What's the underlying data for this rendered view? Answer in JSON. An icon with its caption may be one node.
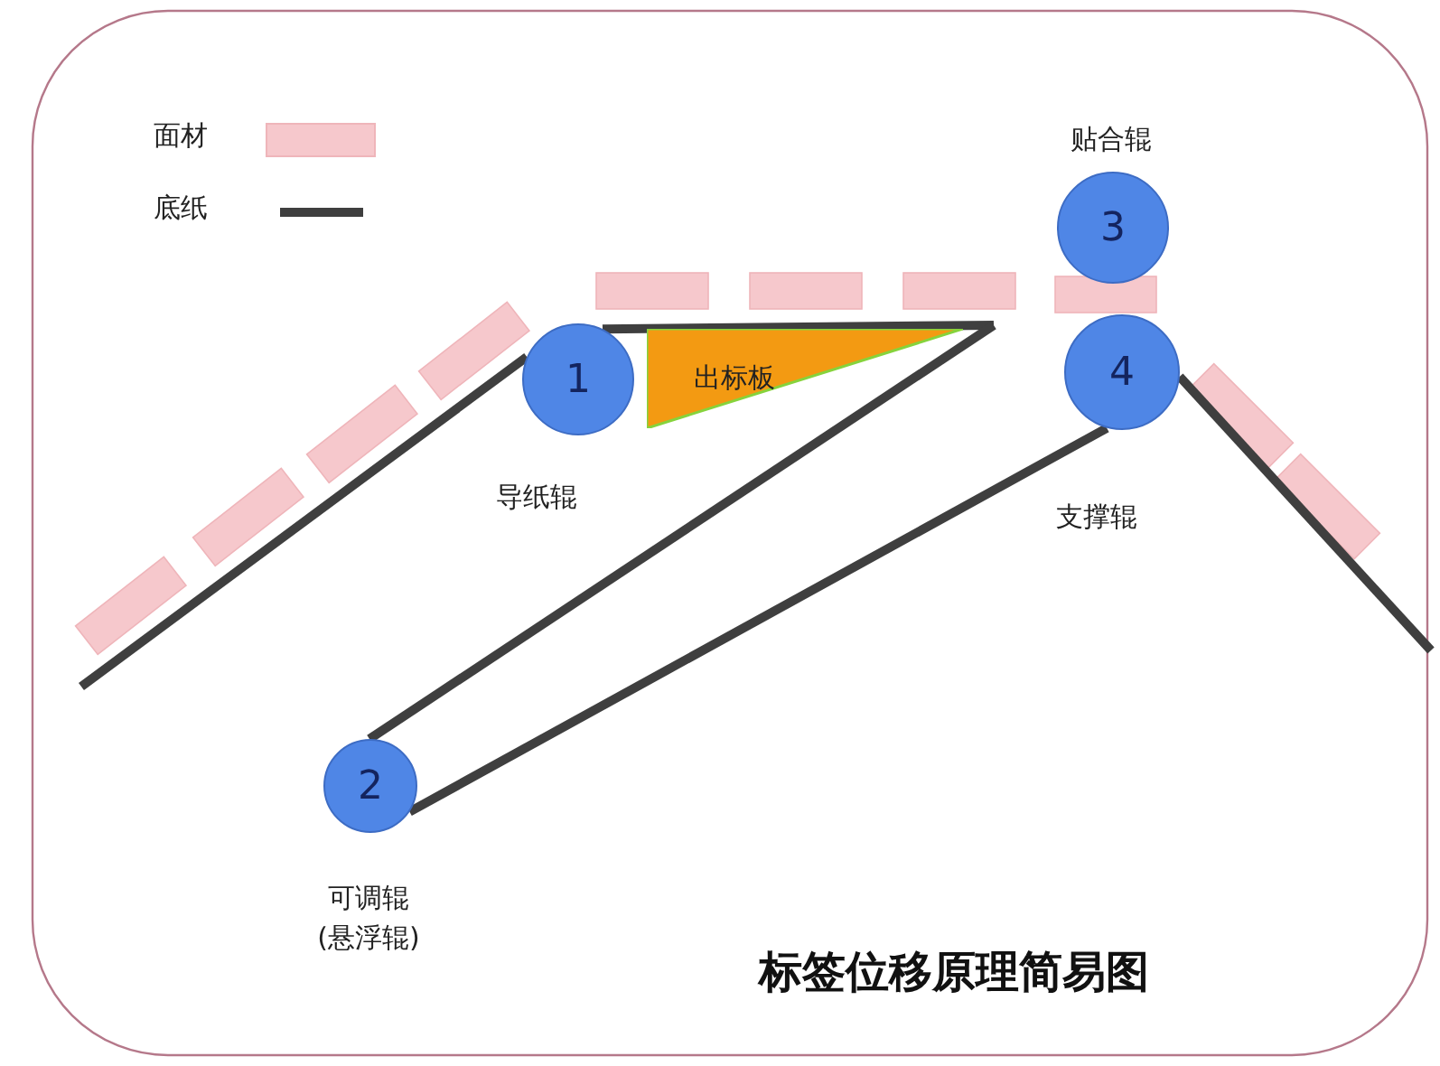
{
  "diagram": {
    "title": "标签位移原理简易图",
    "nodes": [
      {
        "text": [
          "1"
        ],
        "beside": [
          "导纸辊"
        ]
      },
      {
        "text": [
          "出标板"
        ]
      },
      {
        "text": [
          "2"
        ],
        "beside": [
          "可调辊",
          "(悬浮辊)"
        ]
      },
      {
        "text": [
          "3"
        ],
        "beside": [
          "贴合辊"
        ]
      },
      {
        "text": [
          "4"
        ],
        "beside": [
          "支撑辊"
        ]
      }
    ],
    "edges": [
      {
        "from": null,
        "to": 0,
        "arrow": "none"
      },
      {
        "from": 0,
        "to": 1,
        "arrow": "none"
      },
      {
        "from": 1,
        "to": 2,
        "arrow": "none"
      },
      {
        "from": 2,
        "to": 4,
        "arrow": "none"
      },
      {
        "from": 4,
        "to": null,
        "arrow": "none"
      }
    ],
    "legend": [
      {
        "text": "面材",
        "color": "#f6c8cc"
      },
      {
        "text": "底纸"
      }
    ]
  }
}
